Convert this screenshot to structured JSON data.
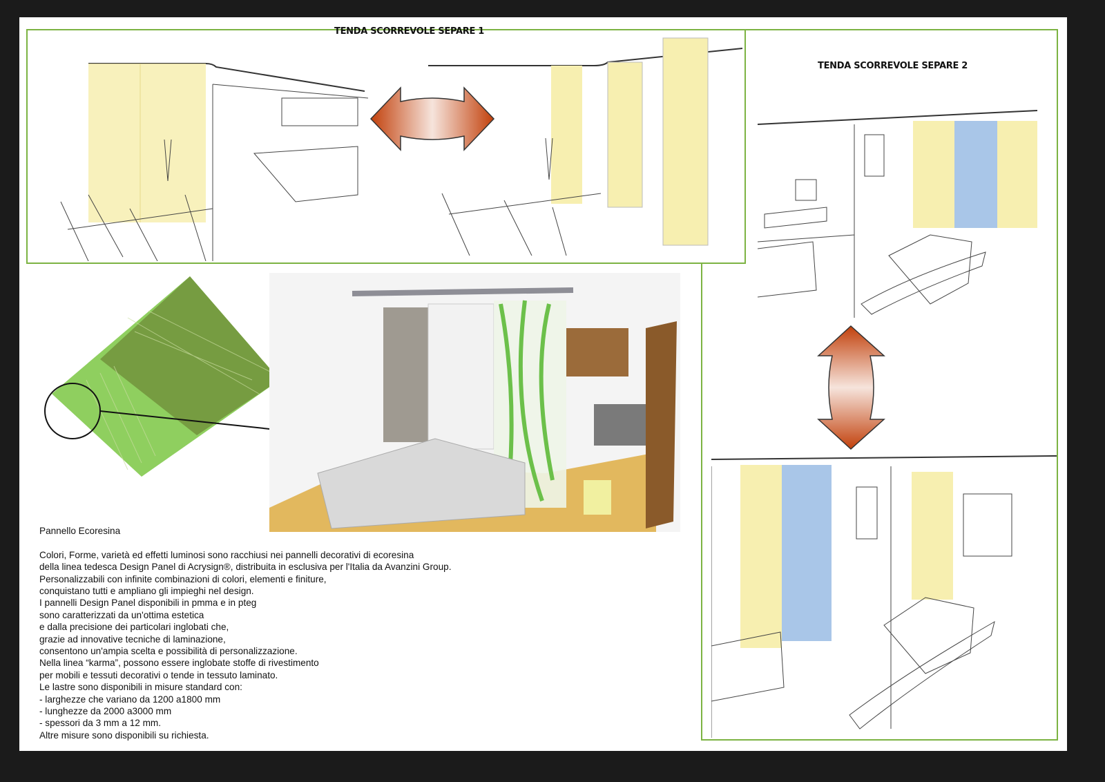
{
  "titles": {
    "separe1": "TENDA SCORREVOLE SEPARE 1",
    "separe2": "TENDA SCORREVOLE SEPARE 2"
  },
  "description": {
    "heading": "Pannello Ecoresina",
    "lines": [
      "Colori, Forme, varietà ed effetti luminosi sono racchiusi nei pannelli decorativi di ecoresina",
      "della linea tedesca Design Panel di Acrysign®, distribuita in esclusiva per l'Italia da Avanzini Group.",
      "Personalizzabili con infinite combinazioni di colori, elementi e finiture,",
      "conquistano tutti e ampliano gli impieghi nel design.",
      "I pannelli Design Panel disponibili in pmma e in pteg",
      "sono caratterizzati da un'ottima estetica",
      "e dalla precisione dei particolari inglobati che,",
      "grazie ad innovative tecniche di laminazione,",
      "consentono un'ampia scelta e possibilità di personalizzazione.",
      "Nella linea “karma”, possono essere inglobate stoffe di rivestimento",
      "per mobili e tessuti decorativi o tende in tessuto laminato.",
      "Le lastre sono disponibili in misure standard con:",
      "- larghezze che variano da 1200 a1800 mm",
      "- lunghezze da 2000 a3000 mm",
      "- spessori da 3 mm a 12 mm.",
      "Altre misure sono disponibili su richiesta."
    ]
  },
  "colors": {
    "frame": "#1b1b1b",
    "box_border": "#7cb342",
    "arrow": "#c2410c",
    "panel_yellow": "#f7efb0",
    "panel_blue": "#a9c6e8",
    "resin_green": "#6cc04a"
  }
}
